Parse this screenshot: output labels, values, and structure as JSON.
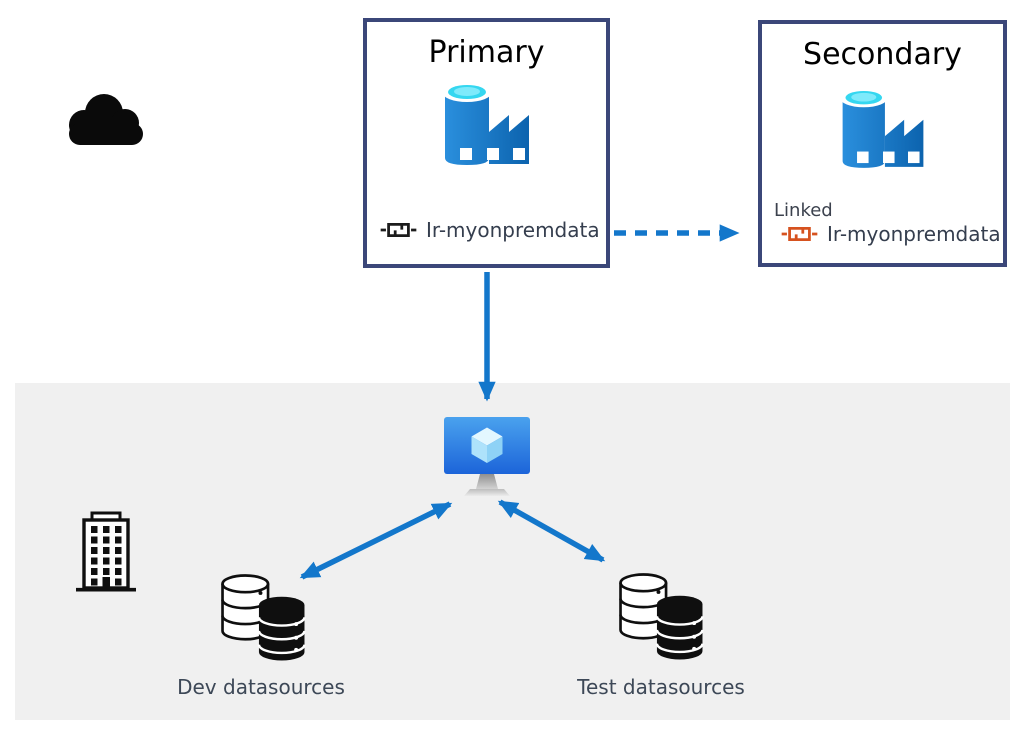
{
  "diagram": {
    "primary": {
      "title": "Primary",
      "ir_label": "Ir-myonpremdata"
    },
    "secondary": {
      "title": "Secondary",
      "linked_label": "Linked",
      "ir_label": "Ir-myonpremdata"
    },
    "onprem": {
      "dev_label": "Dev datasources",
      "test_label": "Test datasources"
    }
  },
  "colors": {
    "accent_blue": "#1377cb",
    "box_border_navy": "#3b4779",
    "ir_orange": "#d6521f",
    "onprem_background": "#f0f0f0",
    "label_text": "#3d4857"
  },
  "icons": {
    "cloud": "cloud-icon",
    "data_factory": "data-factory-icon",
    "integration_runtime": "integration-runtime-icon",
    "self_hosted_ir_machine": "monitor-cube-icon",
    "office_building": "building-icon",
    "database_stack": "database-stack-icon"
  }
}
